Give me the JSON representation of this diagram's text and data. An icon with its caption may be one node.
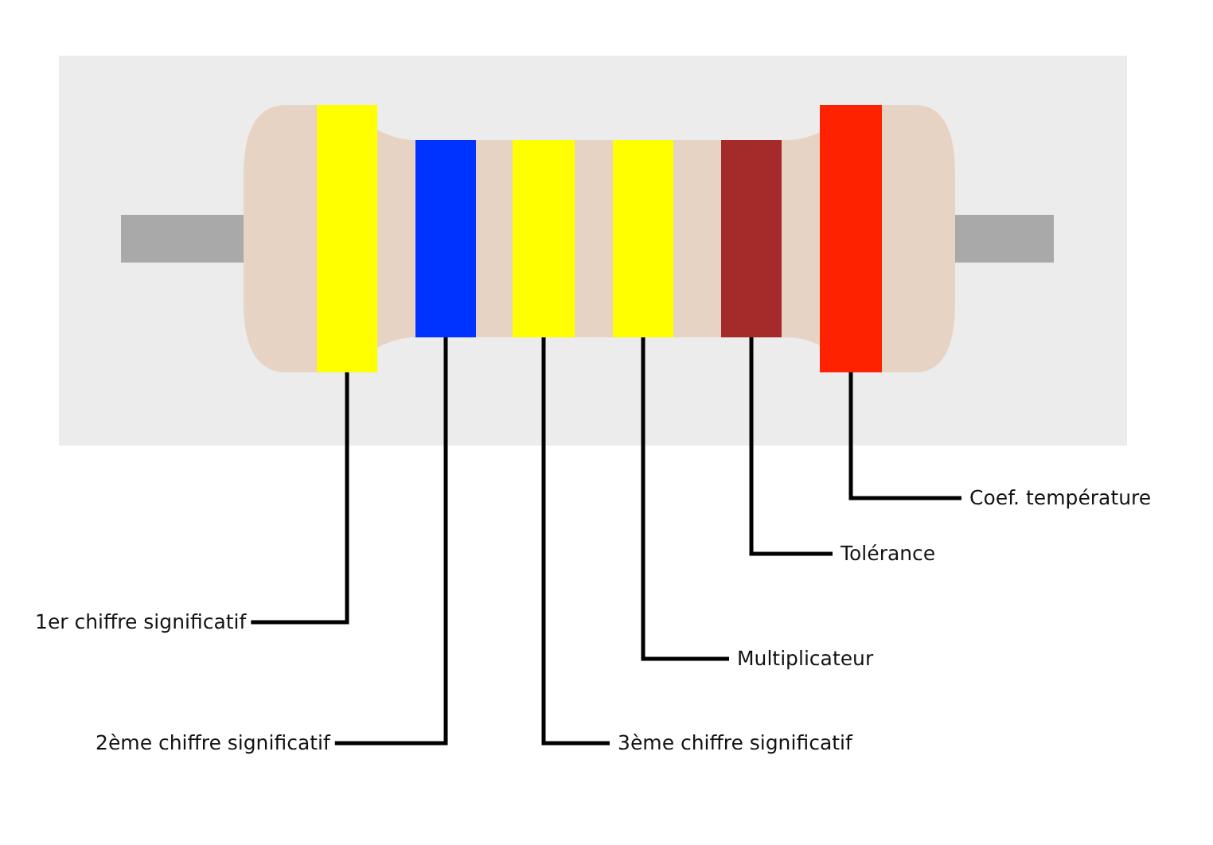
{
  "diagram": {
    "nodes": [
      {
        "text": [],
        "shape": "bar"
      },
      {
        "text": [],
        "shape": "bar"
      },
      {
        "text": [],
        "shape": "bar"
      },
      {
        "text": [],
        "shape": "bar"
      },
      {
        "text": [],
        "shape": "bar"
      },
      {
        "text": [],
        "shape": "bar"
      },
      {
        "text": [
          "Coef. température"
        ]
      },
      {
        "text": [
          "Tolérance"
        ]
      },
      {
        "text": [
          "1er chiffre significatif"
        ]
      },
      {
        "text": [
          "Multiplicateur"
        ]
      },
      {
        "text": [
          "2ème chiffre significatif"
        ]
      },
      {
        "text": [
          "3ème chiffre significatif"
        ]
      }
    ],
    "edges": [
      {
        "from": 6,
        "to": 5,
        "arrow": "none"
      },
      {
        "from": 7,
        "to": 4,
        "arrow": "none"
      },
      {
        "from": 8,
        "to": 0,
        "arrow": "none"
      },
      {
        "from": 9,
        "to": 3,
        "arrow": "none"
      },
      {
        "from": 10,
        "to": 1,
        "arrow": "none"
      },
      {
        "from": 11,
        "to": 2,
        "arrow": "none"
      }
    ]
  }
}
